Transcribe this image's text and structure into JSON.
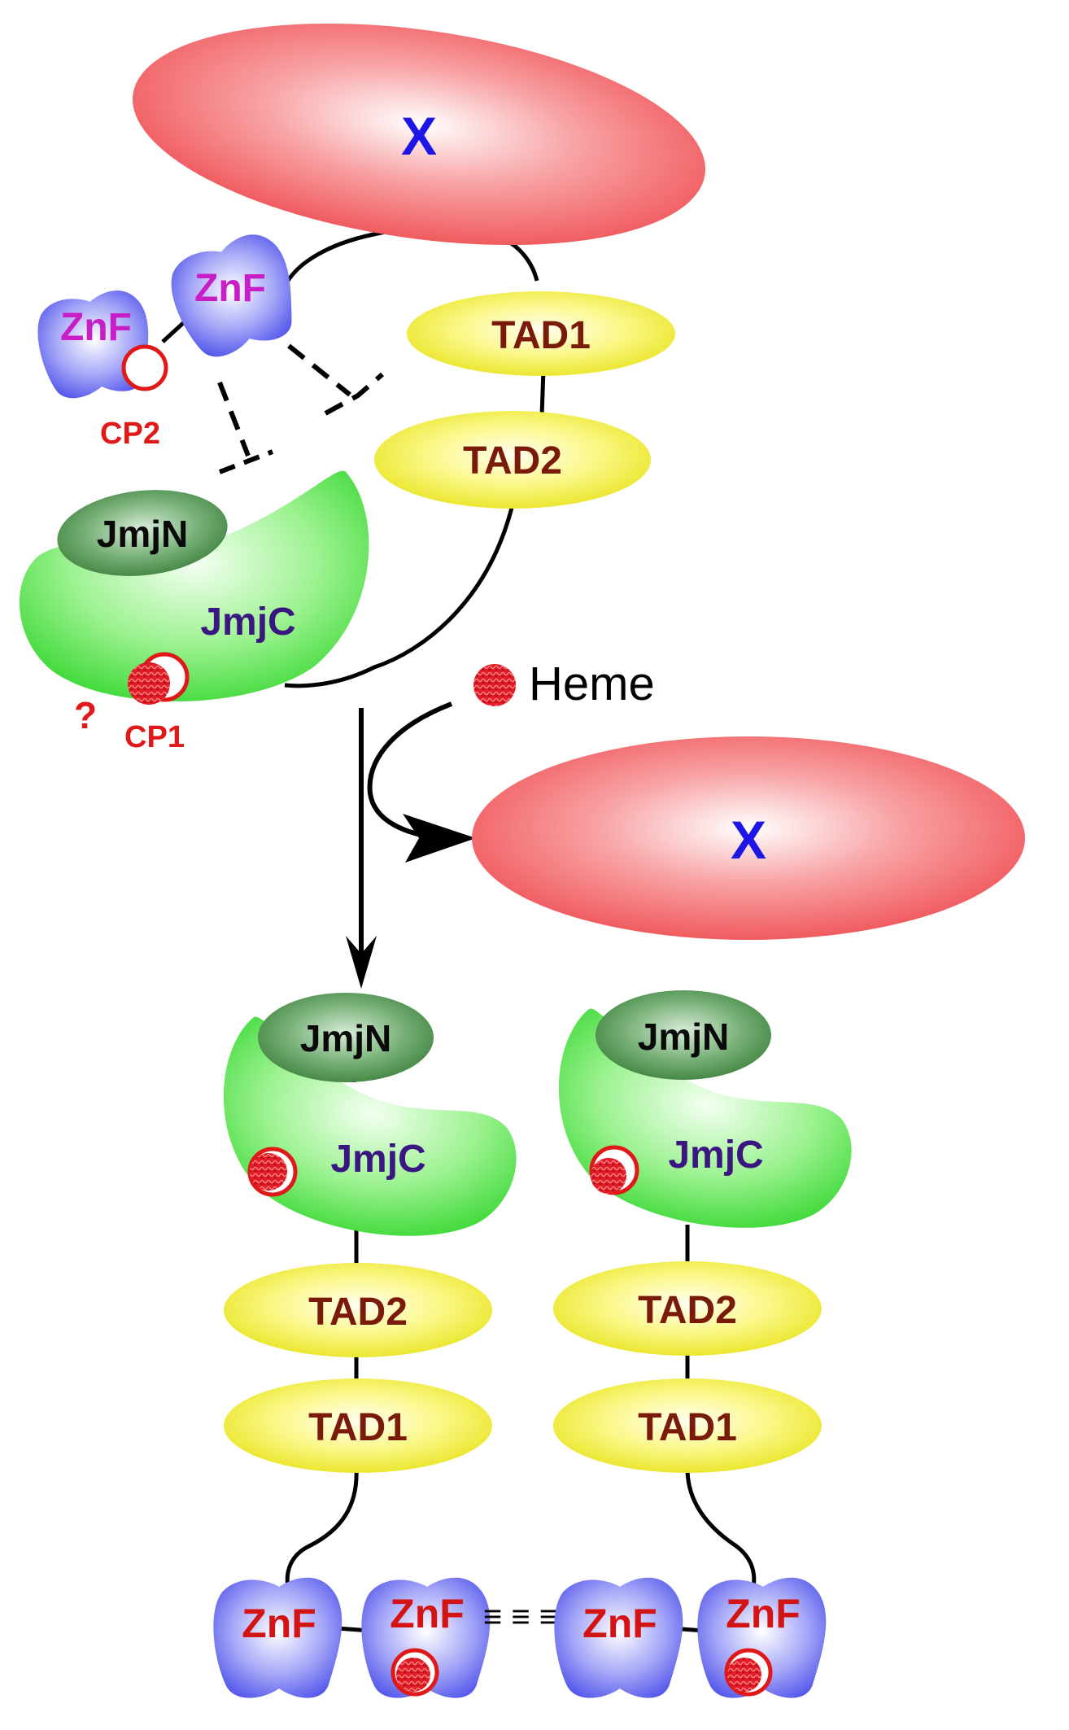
{
  "colors": {
    "x_protein": "#f0595c",
    "x_label": "#1d16e6",
    "znf_fill": "#5c5ff0",
    "znf_label_top": "#c81ec8",
    "znf_label_bottom": "#d41414",
    "tad_fill": "#f2f030",
    "tad_label": "#7a1a0a",
    "jmjn_fill": "#3f8a3f",
    "jmjn_label": "#0a0a0a",
    "jmjc_fill": "#4fe04a",
    "jmjc_label": "#3a1680",
    "heme": "#e8202a",
    "cp_label": "#e01818",
    "line": "#000000"
  },
  "labels": {
    "x": "X",
    "znf": "ZnF",
    "tad1": "TAD1",
    "tad2": "TAD2",
    "jmjn": "JmjN",
    "jmjc": "JmjC",
    "cp1": "CP1",
    "cp2": "CP2",
    "question": "?",
    "heme": "Heme",
    "dimer_contact": "≡ ≡ ≡"
  },
  "icons": [
    "heme-icon",
    "arrow-down-icon",
    "curved-arrow-icon"
  ]
}
